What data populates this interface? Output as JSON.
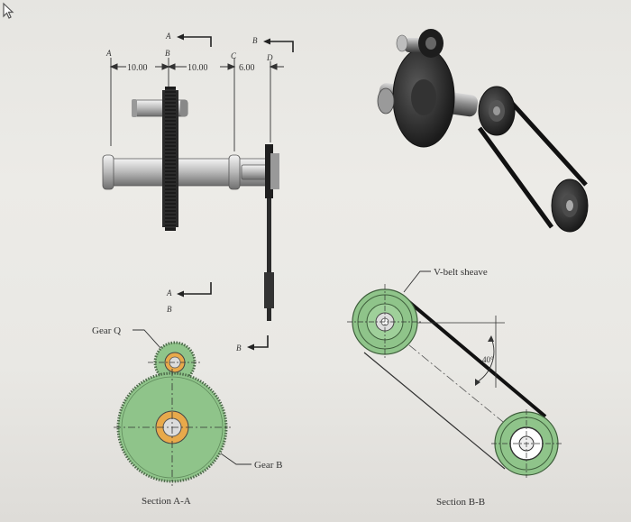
{
  "front_view": {
    "section_marks": {
      "a_top": "A",
      "b_top": "B",
      "a_bottom": "A",
      "b_bottom": "B"
    },
    "station_labels": {
      "a": "A",
      "b": "B",
      "c": "C",
      "d": "D"
    },
    "dimensions": {
      "ab": "10.00",
      "bc": "10.00",
      "cd": "6.00"
    }
  },
  "section_aa": {
    "gear_q_label": "Gear Q",
    "gear_b_label": "Gear B",
    "caption": "Section A-A"
  },
  "section_bb": {
    "sheave_label": "V-belt sheave",
    "angle_label": "40°",
    "caption": "Section B-B"
  },
  "colors": {
    "gear_fill": "#8fc48a",
    "hub_fill": "#e8a94b",
    "shaft": "#c8c8c8",
    "dark": "#1a1a1a"
  },
  "icons": [
    "cursor-icon"
  ]
}
